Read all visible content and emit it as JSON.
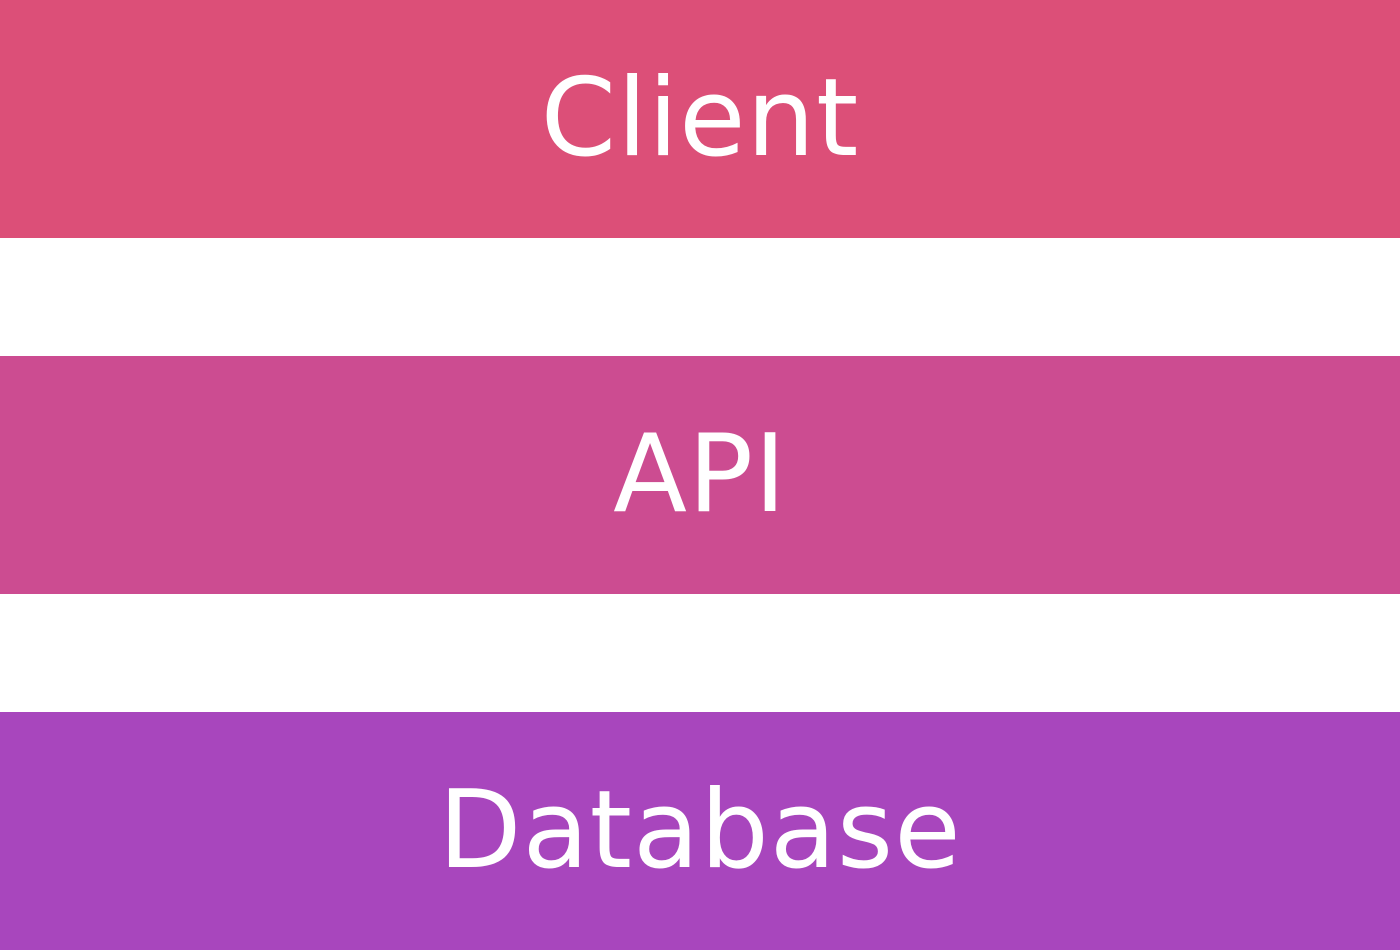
{
  "layers": [
    {
      "label": "Client",
      "color": "#dc4f78"
    },
    {
      "label": "API",
      "color": "#cc4c91"
    },
    {
      "label": "Database",
      "color": "#a846bd"
    }
  ],
  "background_color": "#ffffff",
  "text_color": "#ffffff"
}
